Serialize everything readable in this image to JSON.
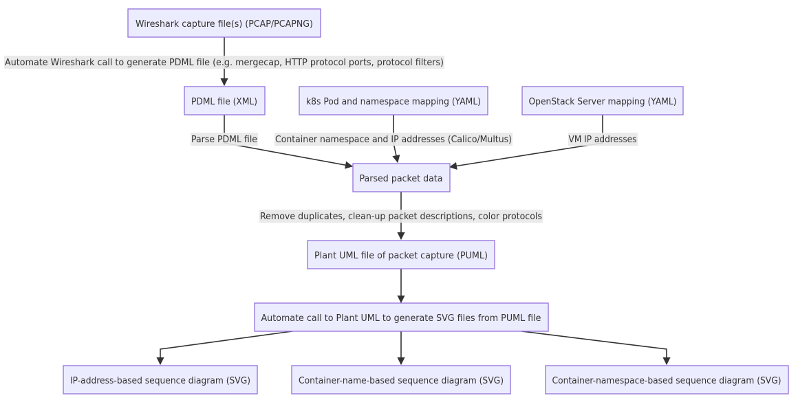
{
  "nodes": {
    "capture": "Wireshark capture file(s) (PCAP/PCAPNG)",
    "pdml": "PDML file (XML)",
    "k8s": "k8s Pod and namespace mapping (YAML)",
    "openstack": "OpenStack Server mapping (YAML)",
    "parsed": "Parsed packet data",
    "puml": "Plant UML file of packet capture (PUML)",
    "automate": "Automate call to Plant UML to generate SVG files from PUML file",
    "ip_diagram": "IP-address-based sequence diagram (SVG)",
    "container_name_diagram": "Container-name-based sequence diagram (SVG)",
    "container_ns_diagram": "Container-namespace-based sequence diagram (SVG)"
  },
  "edges": {
    "capture_to_pdml": "Automate Wireshark call to generate PDML file (e.g. mergecap, HTTP protocol ports, protocol filters)",
    "pdml_to_parsed": "Parse PDML file",
    "k8s_to_parsed": "Container namespace and IP addresses (Calico/Multus)",
    "openstack_to_parsed": "VM IP addresses",
    "parsed_to_puml": "Remove duplicates, clean-up packet descriptions, color protocols"
  }
}
